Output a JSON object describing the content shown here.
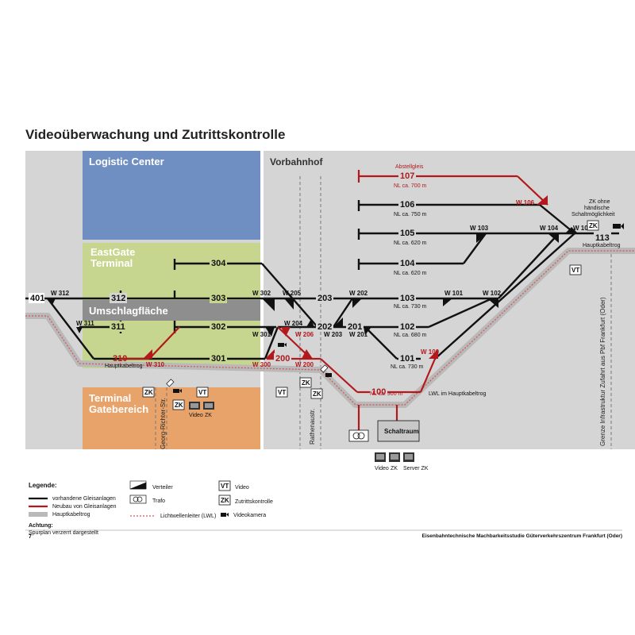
{
  "title": "Videoüberwachung und Zutrittskontrolle",
  "areas": {
    "logistic_center": "Logistic Center",
    "eastgate_line1": "EastGate",
    "eastgate_line2": "Terminal",
    "umschlag": "Umschlagfläche",
    "terminal_line1": "Terminal",
    "terminal_line2": "Gatebereich",
    "vorbahnhof": "Vorbahnhof"
  },
  "streets": {
    "georg": "Georg-Richter-Str.",
    "rathenau": "Rathenaustr.",
    "grenze": "Grenze Infrastruktur Zufahrt aus Pbf Frankfurt (Oder)"
  },
  "tracks": {
    "t401": "401",
    "t312": "312",
    "t311": "311",
    "t310": "310",
    "t304": "304",
    "t303": "303",
    "t302": "302",
    "t301": "301",
    "t203": "203",
    "t202": "202",
    "t201": "201",
    "t200": "200",
    "t107": "107",
    "t106": "106",
    "t105": "105",
    "t104": "104",
    "t103": "103",
    "t102": "102",
    "t101": "101",
    "t100": "100",
    "t113": "113"
  },
  "switches": {
    "w312": "W 312",
    "w311": "W 311",
    "w310": "W 310",
    "w302": "W 302",
    "w301": "W 301",
    "w300": "W 300",
    "w205": "W 205",
    "w204": "W 204",
    "w206": "W 206",
    "w203": "W 203",
    "w202": "W 202",
    "w201": "W 201",
    "w200": "W 200",
    "w106": "W 106",
    "w105": "W 105",
    "w104": "W 104",
    "w103": "W 103",
    "w102": "W 102",
    "w101": "W 101",
    "w100": "W 100"
  },
  "lengths": {
    "abstellgleis": "Abstellgleis",
    "nl107": "NL ca. 700 m",
    "nl106": "NL ca. 750 m",
    "nl105": "NL ca. 620 m",
    "nl104": "NL ca. 620 m",
    "nl103": "NL ca. 730 m",
    "nl102": "NL ca. 680 m",
    "nl101": "NL ca. 730 m",
    "nl100": "NL ca. 900 m"
  },
  "cable_labels": {
    "hauptkabeltrog_left": "Hauptkabeltrog",
    "hauptkabeltrog_right": "Hauptkabeltrog",
    "lwl": "LWL im Hauptkabeltrog"
  },
  "devices": {
    "zk": "ZK",
    "vt": "VT",
    "video": "Video",
    "server_zk": "Server ZK",
    "schaltraum": "Schaltraum",
    "zk_note_line1": "ZK ohne",
    "zk_note_line2": "händische",
    "zk_note_line3": "Schaltmöglichkeit"
  },
  "legend": {
    "heading": "Legende:",
    "existing": "vorhandene Gleisanlagen",
    "new": "Neubau von Gleisanlagen",
    "cable": "Hauptkabeltrog",
    "achtung": "Achtung:",
    "note": "Spurplan verzerrt dargestellt",
    "verteiler": "Verteiler",
    "trafo": "Trafo",
    "lwl": "Lichtwellenleiter (LWL)",
    "video": "Video",
    "zutritt": "Zutrittskontrolle",
    "kamera": "Videokamera"
  },
  "footer": {
    "page": "7",
    "study": "Eisenbahntechnische Machbarkeitsstudie   Güterverkehrszentrum Frankfurt (Oder)"
  },
  "colors": {
    "logistic": "#6f8fc3",
    "eastgate": "#c6d68f",
    "umschlag": "#8e8e8e",
    "terminal": "#e8a36a",
    "background": "#d5d5d5",
    "new_track": "#b3191c"
  }
}
